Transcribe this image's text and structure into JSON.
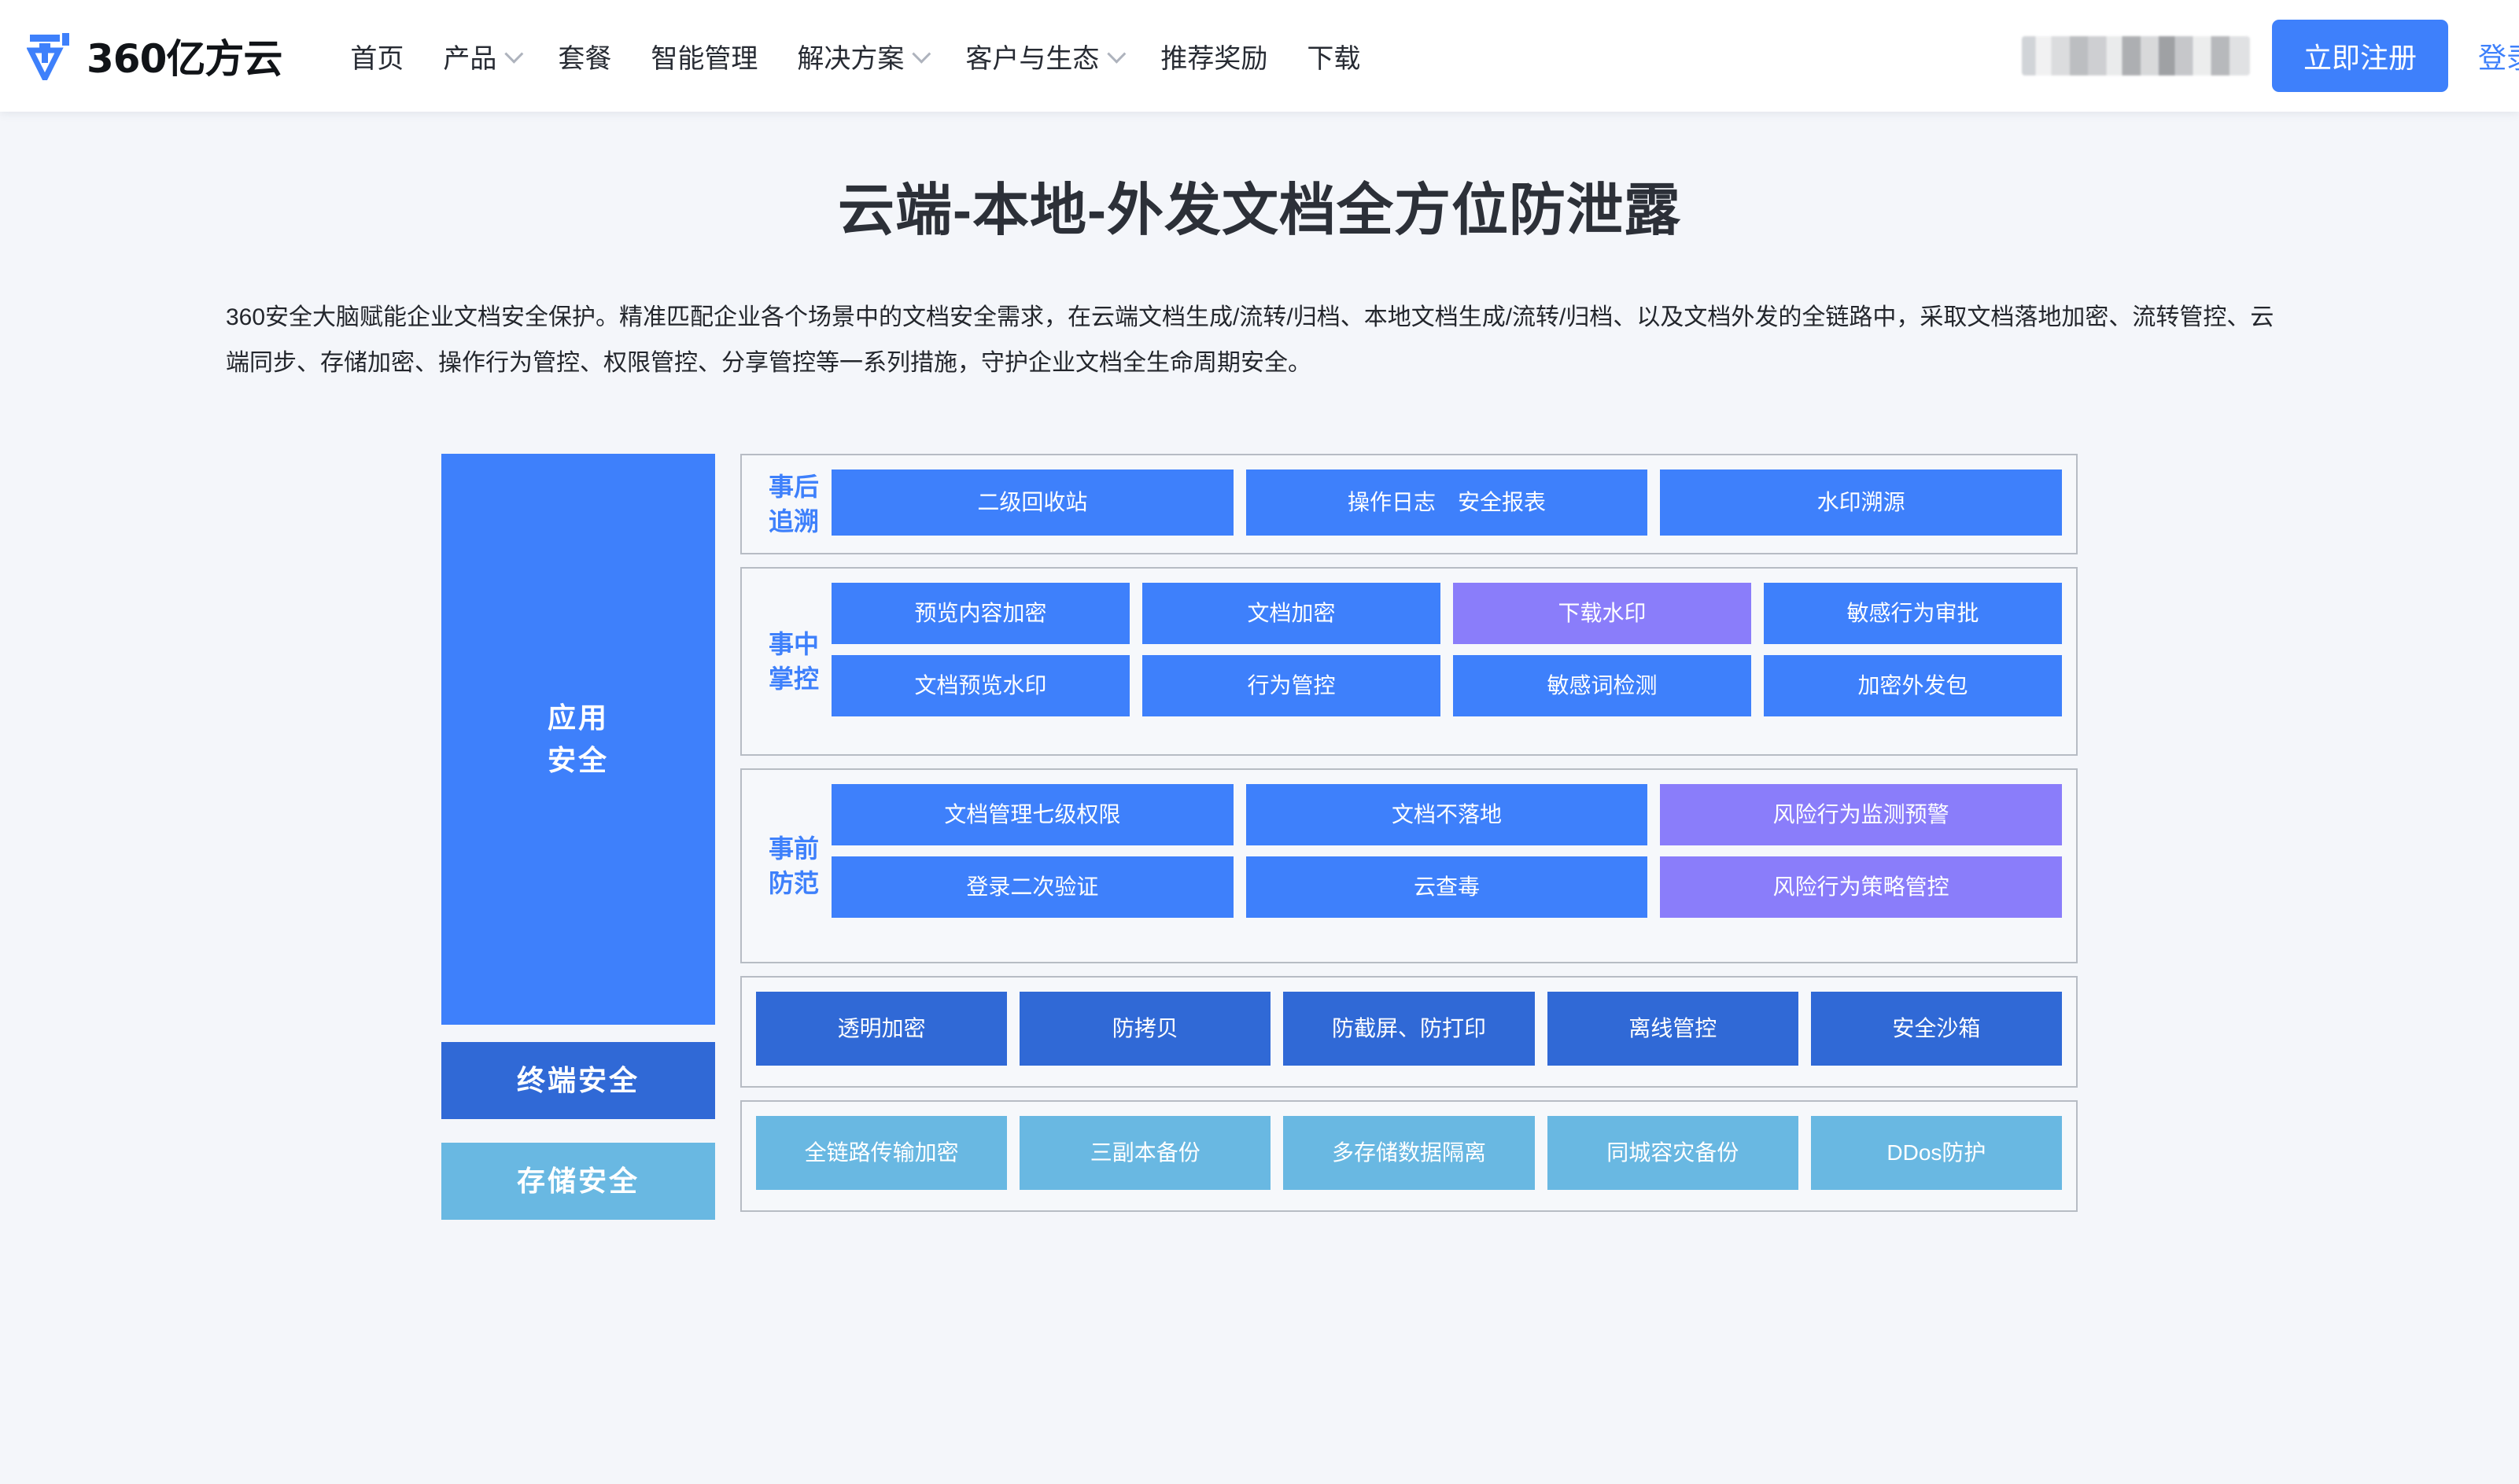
{
  "nav": {
    "brand_name": "360亿方云",
    "menu": [
      {
        "label": "首页",
        "has_caret": false
      },
      {
        "label": "产品",
        "has_caret": true
      },
      {
        "label": "套餐",
        "has_caret": false
      },
      {
        "label": "智能管理",
        "has_caret": false
      },
      {
        "label": "解决方案",
        "has_caret": true
      },
      {
        "label": "客户与生态",
        "has_caret": true
      },
      {
        "label": "推荐奖励",
        "has_caret": false
      },
      {
        "label": "下载",
        "has_caret": false
      }
    ],
    "register_label": "立即注册",
    "login_label": "登录",
    "accent_color": "#3e80fb"
  },
  "hero": {
    "title": "云端-本地-外发文档全方位防泄露",
    "description": "360安全大脑赋能企业文档安全保护。精准匹配企业各个场景中的文档安全需求，在云端文档生成/流转/归档、本地文档生成/流转/归档、以及文档外发的全链路中，采取文档落地加密、流转管控、云端同步、存储加密、操作行为管控、权限管控、分享管控等一系列措施，守护企业文档全生命周期安全。"
  },
  "diagram": {
    "colors": {
      "blue": "#3e80fb",
      "purple": "#8a7dfa",
      "dark_blue": "#3069d6",
      "light_blue": "#69b8e2",
      "panel_border": "#b7bcc4",
      "panel_bg": "#f6f8fb"
    },
    "categories": {
      "app": "应用\n安全",
      "app_line1": "应用",
      "app_line2": "安全",
      "terminal": "终端安全",
      "storage": "存储安全"
    },
    "panels": [
      {
        "label": "事后\n追溯",
        "label_line1": "事后",
        "label_line2": "追溯",
        "rows": [
          [
            {
              "text": "二级回收站",
              "color": "blue"
            },
            {
              "text": "操作日志　安全报表",
              "color": "blue"
            },
            {
              "text": "水印溯源",
              "color": "blue"
            }
          ]
        ]
      },
      {
        "label": "事中\n掌控",
        "label_line1": "事中",
        "label_line2": "掌控",
        "rows": [
          [
            {
              "text": "预览内容加密",
              "color": "blue"
            },
            {
              "text": "文档加密",
              "color": "blue"
            },
            {
              "text": "下载水印",
              "color": "purple"
            },
            {
              "text": "敏感行为审批",
              "color": "blue"
            }
          ],
          [
            {
              "text": "文档预览水印",
              "color": "blue"
            },
            {
              "text": "行为管控",
              "color": "blue"
            },
            {
              "text": "敏感词检测",
              "color": "blue"
            },
            {
              "text": "加密外发包",
              "color": "blue"
            }
          ]
        ]
      },
      {
        "label": "事前\n防范",
        "label_line1": "事前",
        "label_line2": "防范",
        "rows": [
          [
            {
              "text": "文档管理七级权限",
              "color": "blue"
            },
            {
              "text": "文档不落地",
              "color": "blue"
            },
            {
              "text": "风险行为监测预警",
              "color": "purple"
            }
          ],
          [
            {
              "text": "登录二次验证",
              "color": "blue"
            },
            {
              "text": "云查毒",
              "color": "blue"
            },
            {
              "text": "风险行为策略管控",
              "color": "purple"
            }
          ]
        ]
      }
    ],
    "terminal_row": [
      {
        "text": "透明加密",
        "color": "dark"
      },
      {
        "text": "防拷贝",
        "color": "dark"
      },
      {
        "text": "防截屏、防打印",
        "color": "dark"
      },
      {
        "text": "离线管控",
        "color": "dark"
      },
      {
        "text": "安全沙箱",
        "color": "dark"
      }
    ],
    "storage_row": [
      {
        "text": "全链路传输加密",
        "color": "light"
      },
      {
        "text": "三副本备份",
        "color": "light"
      },
      {
        "text": "多存储数据隔离",
        "color": "light"
      },
      {
        "text": "同城容灾备份",
        "color": "light"
      },
      {
        "text": "DDos防护",
        "color": "light"
      }
    ]
  }
}
